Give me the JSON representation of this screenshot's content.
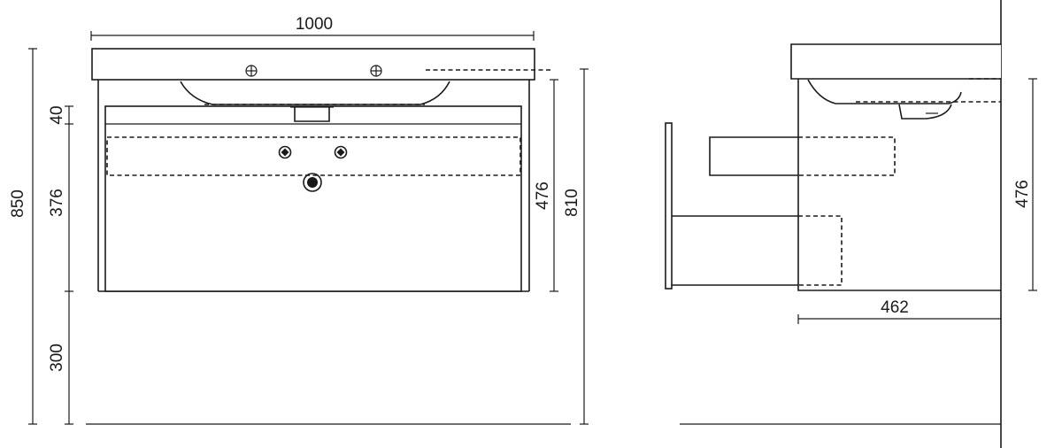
{
  "drawing": {
    "front_view": {
      "width_label": "1000",
      "overall_height_label": "850",
      "top_gap_label": "40",
      "drawer_height_label": "376",
      "floor_gap_label": "300",
      "cabinet_height_label": "476",
      "total_height_label": "810"
    },
    "side_view": {
      "cabinet_height_label": "476",
      "depth_label": "462"
    }
  }
}
